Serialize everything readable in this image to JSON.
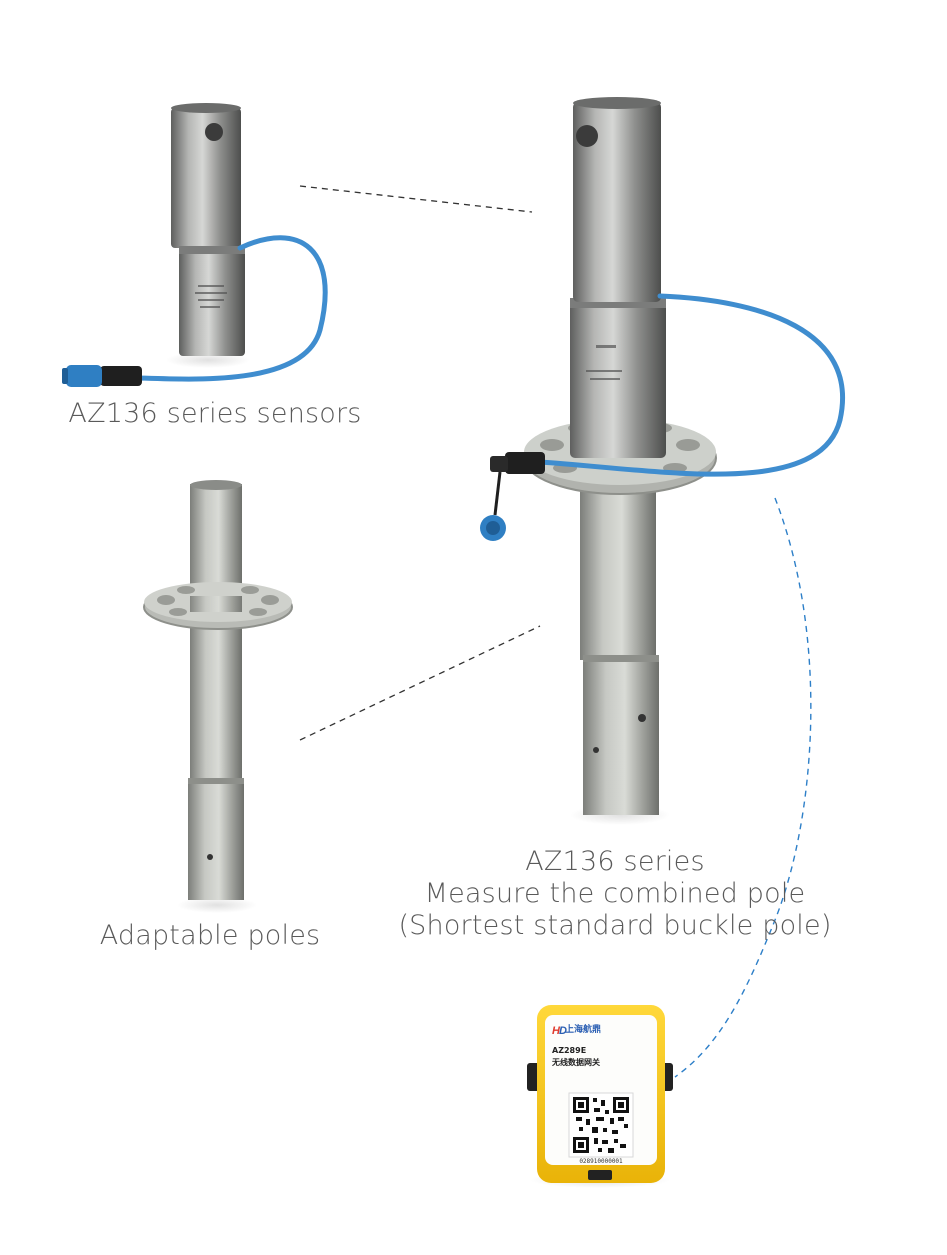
{
  "captions": {
    "sensors": "AZ136 series sensors",
    "poles": "Adaptable poles",
    "combined_line1": "AZ136 series",
    "combined_line2": "Measure the combined pole",
    "combined_line3": "(Shortest standard buckle pole)"
  },
  "gateway": {
    "brand": "上海航鼎",
    "model": "AZ289E",
    "name": "无线数据网关",
    "serial": "028910000001"
  },
  "colors": {
    "steel": "#a8aaa9",
    "galvanized": "#bdbfba",
    "cable": "#3f8dcf",
    "gateway_yellow": "#f5c518",
    "caption_text": "#5a5a5a",
    "connector_line": "#333333"
  },
  "icons": {
    "sensor": "load-cell-sensor-photo",
    "pole": "scaffold-pole-photo",
    "combined": "combined-pole-photo",
    "gateway": "wireless-gateway-photo",
    "qr": "qr-code"
  }
}
